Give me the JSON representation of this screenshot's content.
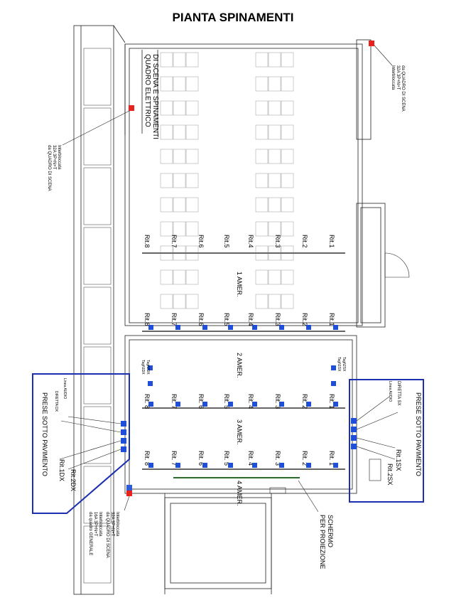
{
  "title": "PIANTA SPINAMENTI",
  "colors": {
    "outlet": "#1f4fd6",
    "interlock": "#e8231c",
    "panel_outline": "#1c2fb0",
    "screen_line": "#2a6b2a",
    "wall": "#222222"
  },
  "stage_panel": {
    "lines": [
      "QUADRO ELETTRICO",
      "DI SCENA E SPINAMENTI"
    ]
  },
  "interlocks": {
    "top_right": [
      "Interbloccata",
      "32A 3P+N+T",
      "da QUADRO DI SCENA"
    ],
    "left": [
      "Interbloccata",
      "32A 3P+N+T",
      "da QUADRO DI SCENA"
    ],
    "bottom_a": [
      "Interbloccata",
      "32A 3P+N+T",
      "da QUADRO DI SCENA"
    ],
    "bottom_b": [
      "Interbloccata",
      "16A 3P+N+T",
      "da quadro GENERALE"
    ]
  },
  "truss_labels": [
    "Rit. 8",
    "Rit. 7",
    "Rit. 6",
    "Rit. 5",
    "Rit. 4",
    "Rit. 3",
    "Rit. 2",
    "Rit. 1"
  ],
  "truss_labels_compact": [
    "Rit.8",
    "Rit.7",
    "Rit.6",
    "Rit.5",
    "Rit.4",
    "Rit.3",
    "Rit.2",
    "Rit.1"
  ],
  "amer": [
    "1 AMER.",
    "2 AMER.",
    "3 AMER.",
    "4 AMER."
  ],
  "tag_left": [
    "Tagñ1DX",
    "Tagñ2DX"
  ],
  "tag_right": [
    "Tagñ1SX",
    "Tagñ2SX"
  ],
  "floor_left": {
    "title": "PRESE SOTTO PAVIMENTO",
    "linea_audio": "Linea AUDIO",
    "diretta": "DIRETTA DX",
    "rit1": "Rit.1DX",
    "rit2": "Rit.2DX"
  },
  "floor_right": {
    "title": "PRESE SOTTO PAVIMENTO",
    "linea_audio": "Linea AUDIO",
    "diretta": "DIRETTA SX",
    "rit1": "Rit.1SX",
    "rit2": "Rit.2SX"
  },
  "screen": [
    "SCHERMO",
    "PER PROIEZIONE"
  ]
}
